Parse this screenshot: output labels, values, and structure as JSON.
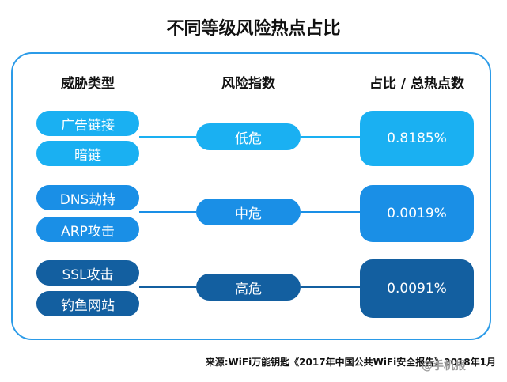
{
  "title": "不同等级风险热点占比",
  "headers": {
    "type": "威胁类型",
    "index": "风险指数",
    "ratio": "占比 / 总热点数"
  },
  "groups": [
    {
      "types": [
        "广告链接",
        "暗链"
      ],
      "level": "低危",
      "ratio": "0.8185%",
      "color": "#1ab0f2"
    },
    {
      "types": [
        "DNS劫持",
        "ARP攻击"
      ],
      "level": "中危",
      "ratio": "0.0019%",
      "color": "#1a8fe6"
    },
    {
      "types": [
        "SSL攻击",
        "钓鱼网站"
      ],
      "level": "高危",
      "ratio": "0.0091%",
      "color": "#135fa0"
    }
  ],
  "source": "来源:WiFi万能钥匙《2017年中国公共WiFi安全报告》2018年1月",
  "watermark": "@手机报"
}
